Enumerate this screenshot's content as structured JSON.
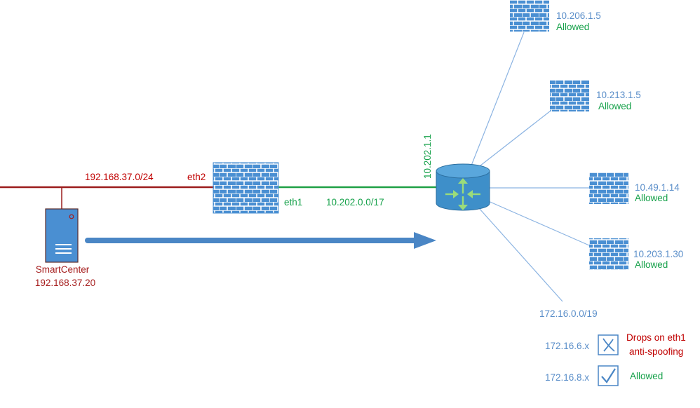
{
  "colors": {
    "lan_line": "#9b1c1c",
    "green_line": "#1fa045",
    "blue_line": "#8cb4e2",
    "device_fill": "#4a8fd2",
    "router_fill": "#3e8fc9",
    "arrow": "#4a86c5",
    "red_text": "#c00000",
    "green_text": "#16a14a",
    "blue_text": "#5a8ec9"
  },
  "lan": {
    "subnet": "192.168.37.0/24",
    "interface": "eth2"
  },
  "wan": {
    "interface": "eth1",
    "subnet": "10.202.0.0/17"
  },
  "router": {
    "ip": "10.202.1.1",
    "icon": "router-icon"
  },
  "smartcenter": {
    "name": "SmartCenter",
    "ip": "192.168.37.20",
    "icon": "server-icon"
  },
  "remote_gateways": [
    {
      "ip": "10.206.1.5",
      "status": "Allowed",
      "icon": "firewall-icon"
    },
    {
      "ip": "10.213.1.5",
      "status": "Allowed",
      "icon": "firewall-icon"
    },
    {
      "ip": "10.49.1.14",
      "status": "Allowed",
      "icon": "firewall-icon"
    },
    {
      "ip": "10.203.1.30",
      "status": "Allowed",
      "icon": "firewall-icon"
    }
  ],
  "remote_subnet": "172.16.0.0/19",
  "legend": [
    {
      "range": "172.16.6.x",
      "icon": "cross-box-icon",
      "lines": [
        "Drops on eth1",
        "anti-spoofing"
      ],
      "color": "#c00000"
    },
    {
      "range": "172.16.8.x",
      "icon": "check-box-icon",
      "lines": [
        "Allowed"
      ],
      "color": "#16a14a"
    }
  ]
}
